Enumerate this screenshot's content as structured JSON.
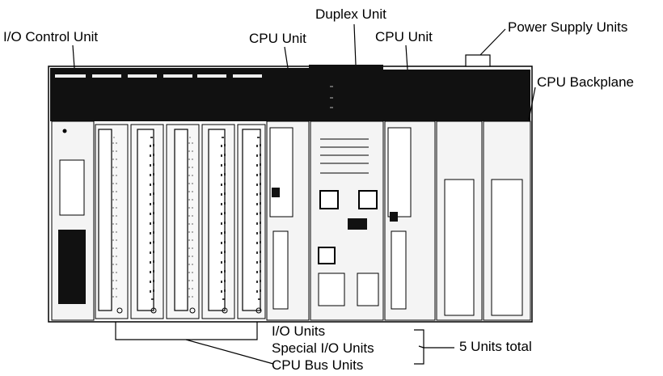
{
  "labels": {
    "io_control_unit": "I/O Control Unit",
    "cpu_unit_left": "CPU Unit",
    "duplex_unit": "Duplex Unit",
    "cpu_unit_right": "CPU Unit",
    "power_supply_units": "Power Supply Units",
    "cpu_backplane": "CPU Backplane",
    "io_units": "I/O Units",
    "special_io_units": "Special I/O Units",
    "cpu_bus_units": "CPU Bus Units",
    "units_total": "5 Units total"
  },
  "colors": {
    "line": "#000000",
    "panel_black": "#111111",
    "unit_face": "#f4f4f4"
  }
}
